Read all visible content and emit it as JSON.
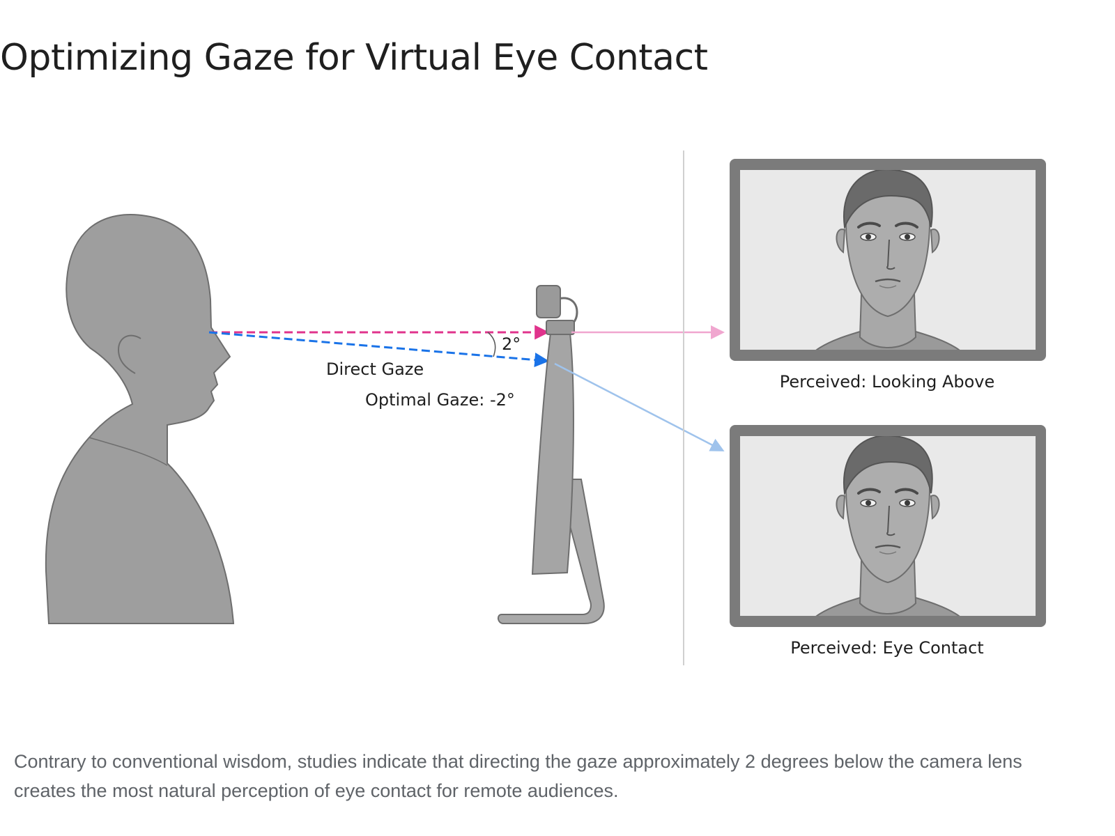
{
  "title": "Optimizing Gaze for Virtual Eye Contact",
  "diagram": {
    "angle_label": "2°",
    "direct_gaze_label": "Direct Gaze",
    "optimal_gaze_label": "Optimal Gaze: -2°",
    "screens": [
      {
        "label": "Perceived: Looking Above"
      },
      {
        "label": "Perceived: Eye Contact"
      }
    ],
    "colors": {
      "direct_gaze": "#e0338c",
      "optimal_gaze": "#1a73e8",
      "direct_projection": "#f0a6cf",
      "optimal_projection": "#9fc3ec",
      "silhouette": "#9e9e9e",
      "outline": "#6e6e6e"
    },
    "icons": [
      "head-silhouette-icon",
      "monitor-icon",
      "webcam-icon",
      "face-portrait-icon"
    ]
  },
  "caption": "Contrary to conventional wisdom, studies indicate that directing the gaze approximately 2 degrees below the camera lens creates the most natural perception of eye contact for remote audiences."
}
